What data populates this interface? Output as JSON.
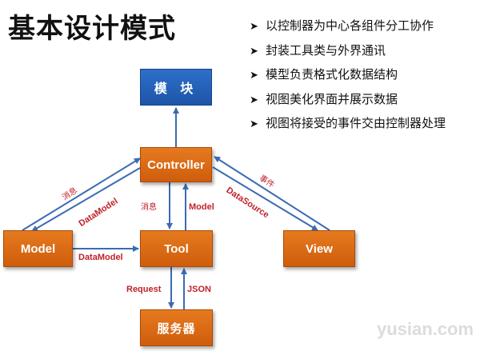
{
  "title": "基本设计模式",
  "bullets": [
    "以控制器为中心各组件分工协作",
    "封装工具类与外界通讯",
    "模型负责格式化数据结构",
    "视图美化界面并展示数据",
    "视图将接受的事件交由控制器处理"
  ],
  "bullet_icon": "arrow-right-icon",
  "nodes": {
    "module": "模 块",
    "controller": "Controller",
    "model": "Model",
    "tool": "Tool",
    "view": "View",
    "server": "服务器"
  },
  "edge_labels": {
    "model_controller_msg": "消息",
    "controller_model_datamodel": "DataModel",
    "controller_tool_msg": "消息",
    "tool_controller_model": "Model",
    "view_controller_event": "事件",
    "controller_view_datasource": "DataSource",
    "model_tool_datamodel": "DataModel",
    "tool_server_request": "Request",
    "server_tool_json": "JSON"
  },
  "colors": {
    "module_box": "#1d55a8",
    "component_box": "#d9660f",
    "arrow": "#3a6bb3",
    "label": "#c0222a"
  },
  "watermark": "yusian.com"
}
